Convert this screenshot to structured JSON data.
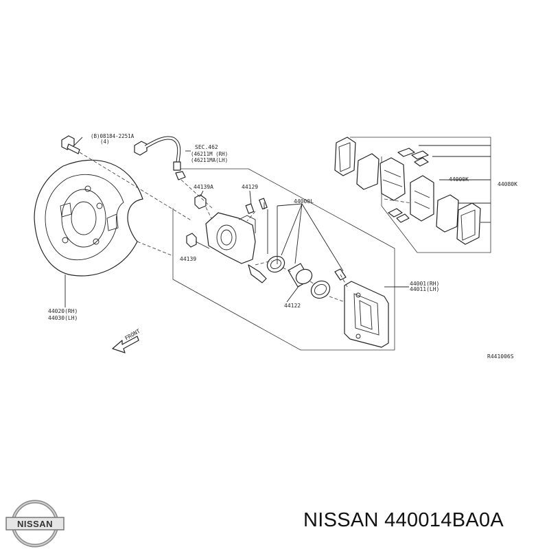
{
  "diagram": {
    "labels": {
      "bolt_ref_a": "(B)08184-2251A",
      "bolt_ref_b": "(4)",
      "sec_ref": "SEC.462",
      "hose_rh": "(46211M (RH)",
      "hose_lh": "(46211MA(LH)",
      "p44139a": "44139A",
      "p44129": "44129",
      "p44000l": "44000L",
      "p44000k": "44000K",
      "p44080k": "44080K",
      "p44139": "44139",
      "p44122": "44122",
      "p44001_rh": "44001(RH)",
      "p44011_lh": "44011(LH)",
      "p44020_rh": "44020(RH)",
      "p44030_lh": "44030(LH)",
      "front": "FRONT",
      "ref_code": "R441006S"
    }
  },
  "logo": {
    "text": "NISSAN"
  },
  "caption": {
    "text": "NISSAN 440014BA0A"
  }
}
